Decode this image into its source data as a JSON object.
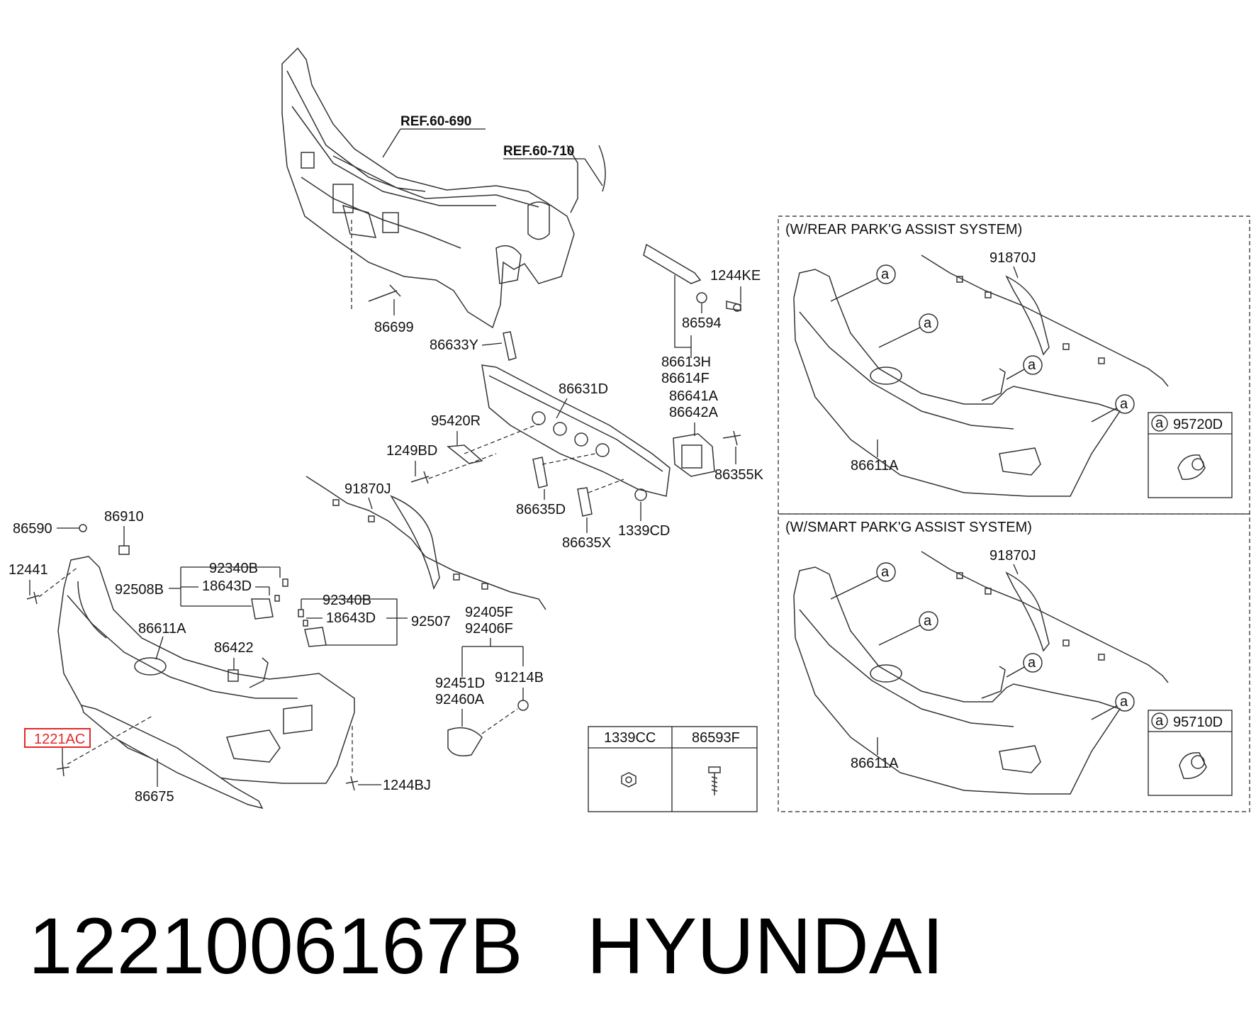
{
  "diagram": {
    "references": [
      "REF.60-690",
      "REF.60-710"
    ],
    "sections": {
      "rear": "(W/REAR PARK'G ASSIST SYSTEM)",
      "smart": "(W/SMART PARK'G ASSIST SYSTEM)"
    },
    "callout_marker": "a",
    "labels": {
      "p1244KE": "1244KE",
      "p86594": "86594",
      "p86699": "86699",
      "p86633Y": "86633Y",
      "p86613H": "86613H",
      "p86614F": "86614F",
      "p86631D": "86631D",
      "p86641A": "86641A",
      "p86642A": "86642A",
      "p95420R": "95420R",
      "p1249BD": "1249BD",
      "p86355K": "86355K",
      "p91870J": "91870J",
      "p86635D": "86635D",
      "p86635X": "86635X",
      "p1339CD": "1339CD",
      "p86590": "86590",
      "p86910": "86910",
      "p12441": "12441",
      "p92340B_1": "92340B",
      "p18643D_1": "18643D",
      "p92508B": "92508B",
      "p92340B_2": "92340B",
      "p18643D_2": "18643D",
      "p92507": "92507",
      "p86611A": "86611A",
      "p86422": "86422",
      "p92405F": "92405F",
      "p92406F": "92406F",
      "p92451D": "92451D",
      "p92460A": "92460A",
      "p91214B": "91214B",
      "p1221AC": "1221AC",
      "p86675": "86675",
      "p1244BJ": "1244BJ",
      "rear_91870J": "91870J",
      "rear_86611A": "86611A",
      "rear_95720D": "95720D",
      "smart_91870J": "91870J",
      "smart_86611A": "86611A",
      "smart_95710D": "95710D"
    },
    "fastener_table": {
      "headers": [
        "1339CC",
        "86593F"
      ]
    },
    "highlight_color": "#e52828"
  },
  "caption": {
    "part_number": "1221006167B",
    "brand": "HYUNDAI"
  }
}
